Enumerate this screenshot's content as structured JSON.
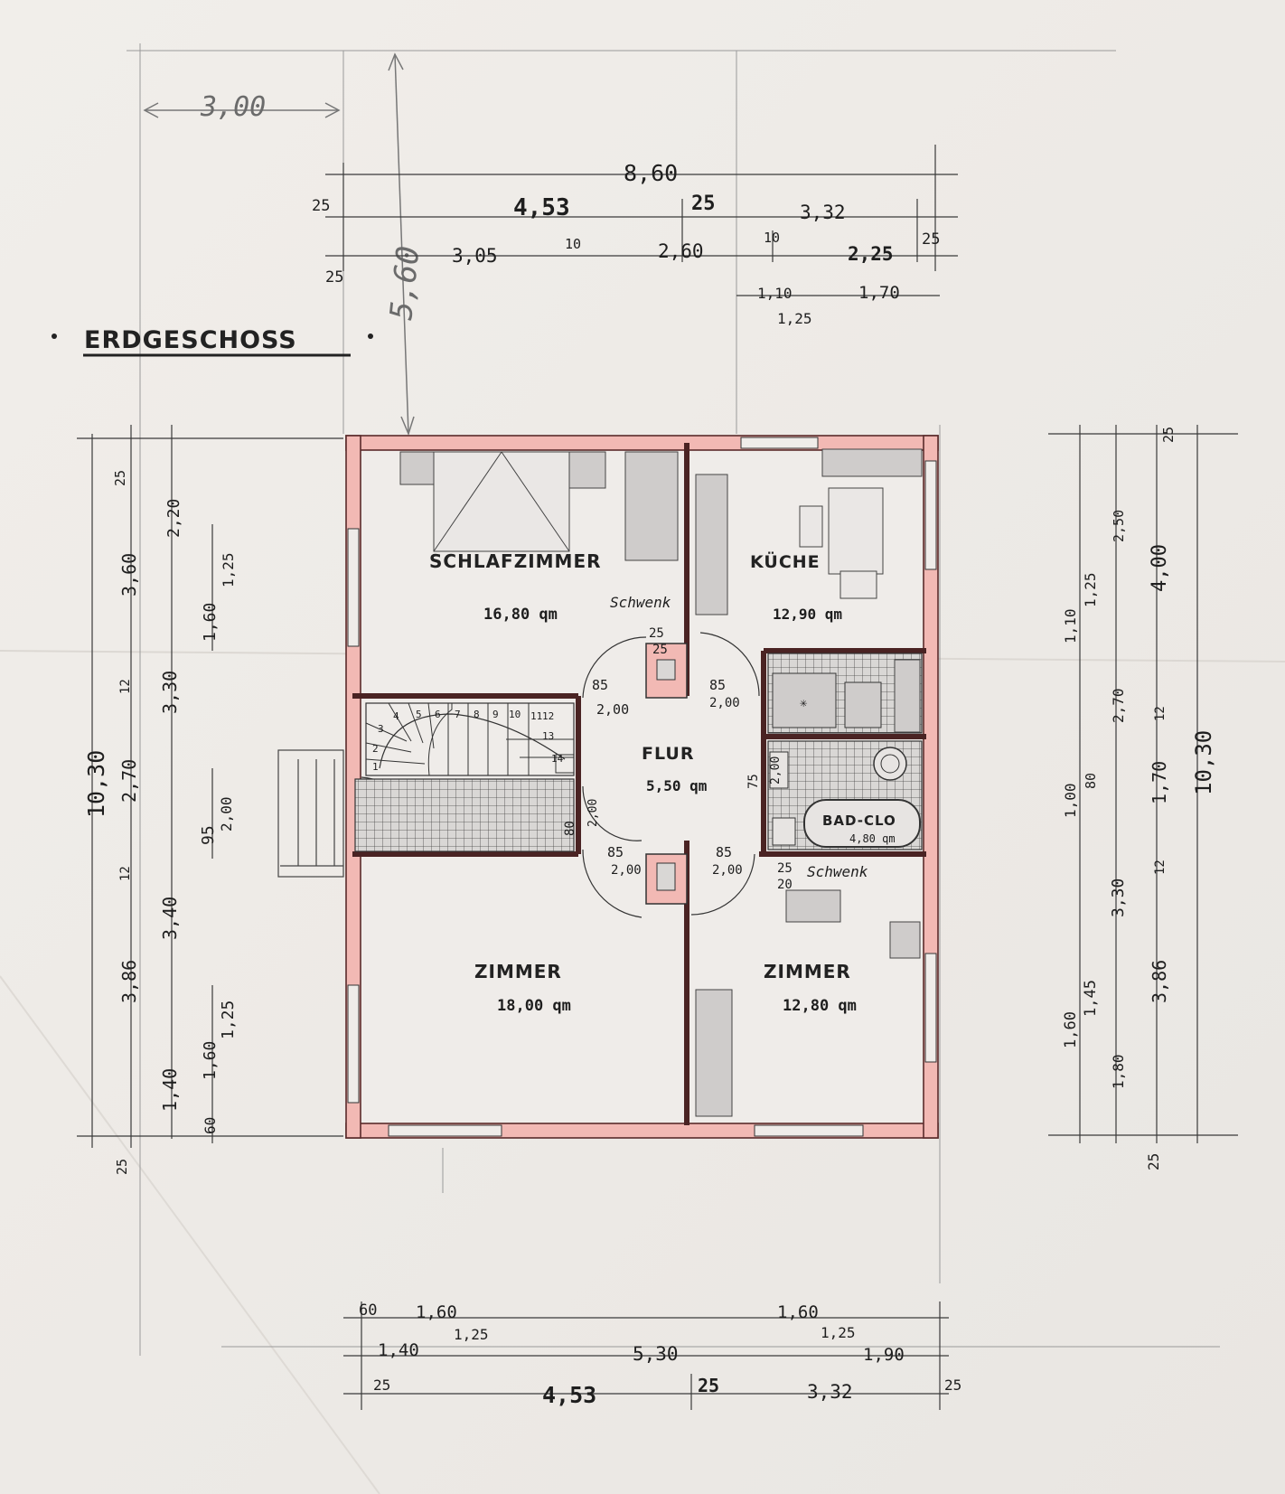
{
  "title": "ERDGESCHOSS",
  "rooms": {
    "schlafzimmer": {
      "name": "SCHLAFZIMMER",
      "area": "16,80 qm"
    },
    "kueche": {
      "name": "KÜCHE",
      "area": "12,90 qm"
    },
    "flur": {
      "name": "FLUR",
      "area": "5,50 qm"
    },
    "bad": {
      "name": "BAD-CLO",
      "area": "4,80 qm"
    },
    "zimmer1": {
      "name": "ZIMMER",
      "area": "18,00 qm"
    },
    "zimmer2": {
      "name": "ZIMMER",
      "area": "12,80 qm"
    }
  },
  "labels": {
    "schwenk_top": "Schwenk",
    "schwenk_bottom": "Schwenk"
  },
  "stairs": [
    "1",
    "2",
    "3",
    "4",
    "5",
    "6",
    "7",
    "8",
    "9",
    "10",
    "11",
    "12",
    "13",
    "14"
  ],
  "pencil": {
    "top_width": "3,00",
    "top_height": "5,60"
  },
  "dims": {
    "top_total": "8,60",
    "t_25a": "25",
    "t_453": "4,53",
    "t_25b": "25",
    "t_332": "3,32",
    "t_25c": "25",
    "t_25d": "25",
    "t_305": "3,05",
    "t_10a": "10",
    "t_260": "2,60",
    "t_10b": "10",
    "t_225": "2,25",
    "t_110": "1,10",
    "t_125": "1,25",
    "t_170": "1,70",
    "l_total": "10,30",
    "l_25a": "25",
    "l_360": "3,60",
    "l_12a": "12",
    "l_330": "3,30",
    "l_270": "2,70",
    "l_12b": "12",
    "l_386": "3,86",
    "l_340": "3,40",
    "l_140": "1,40",
    "l_25b": "25",
    "l_220": "2,20",
    "l_160a": "1,60",
    "l_125a": "1,25",
    "l_95": "95",
    "l_200": "2,00",
    "l_125b": "1,25",
    "l_160b": "1,60",
    "l_60": "60",
    "r_25a": "25",
    "r_250": "2,50",
    "r_400": "4,00",
    "r_110": "1,10",
    "r_125": "1,25",
    "r_270": "2,70",
    "r_12a": "12",
    "r_100": "1,00",
    "r_80": "80",
    "r_170": "1,70",
    "r_total": "10,30",
    "r_12b": "12",
    "r_330": "3,30",
    "r_386": "3,86",
    "r_160": "1,60",
    "r_145": "1,45",
    "r_180": "1,80",
    "r_25b": "25",
    "b_60": "60",
    "b_160a": "1,60",
    "b_125a": "1,25",
    "b_140": "1,40",
    "b_530": "5,30",
    "b_160b": "1,60",
    "b_125b": "1,25",
    "b_190": "1,90",
    "b_25a": "25",
    "b_453": "4,53",
    "b_25b": "25",
    "b_332": "3,32",
    "b_25c": "25",
    "d_25a": "25",
    "d_25b": "25",
    "d_85a": "85",
    "d_200a": "2,00",
    "d_85b": "85",
    "d_200b": "2,00",
    "d_75": "75",
    "d_200c": "2,00",
    "d_80": "80",
    "d_200d": "2,00",
    "d_85c": "85",
    "d_200e": "2,00",
    "d_85d": "85",
    "d_200f": "2,00",
    "d_25c": "25",
    "d_20": "20"
  }
}
